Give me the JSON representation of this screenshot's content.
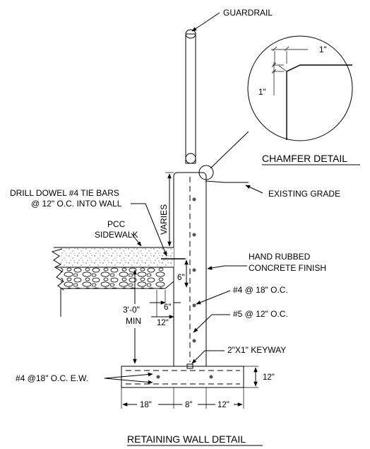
{
  "title": "RETAINING WALL DETAIL",
  "callouts": {
    "guardrail": "GUARDRAIL",
    "chamfer_detail": "CHAMFER DETAIL",
    "existing_grade": "EXISTING GRADE",
    "drill_dowel_line1": "DRILL DOWEL #4 TIE BARS",
    "drill_dowel_line2": "@ 12\" O.C. INTO WALL",
    "pcc_line1": "PCC",
    "pcc_line2": "SIDEWALK",
    "varies": "VARIES",
    "hand_rubbed_line1": "HAND RUBBED",
    "hand_rubbed_line2": "CONCRETE FINISH",
    "rebar_4_18": "#4 @ 18\" O.C.",
    "rebar_5_12": "#5 @ 12\" O.C.",
    "keyway": "2\"X1\" KEYWAY",
    "footing_rebar": "#4 @18\" O.C. E.W.",
    "min_depth_line1": "3'-0\"",
    "min_depth_line2": "MIN"
  },
  "dimensions": {
    "chamfer_h": "1\"",
    "chamfer_v": "1\"",
    "dowel_depth": "6\"",
    "sidewalk_offset": "6\"",
    "sidewalk_setback": "12\"",
    "footing_thickness": "12\"",
    "footing_left": "18\"",
    "footing_mid": "8\"",
    "footing_right": "12\""
  }
}
